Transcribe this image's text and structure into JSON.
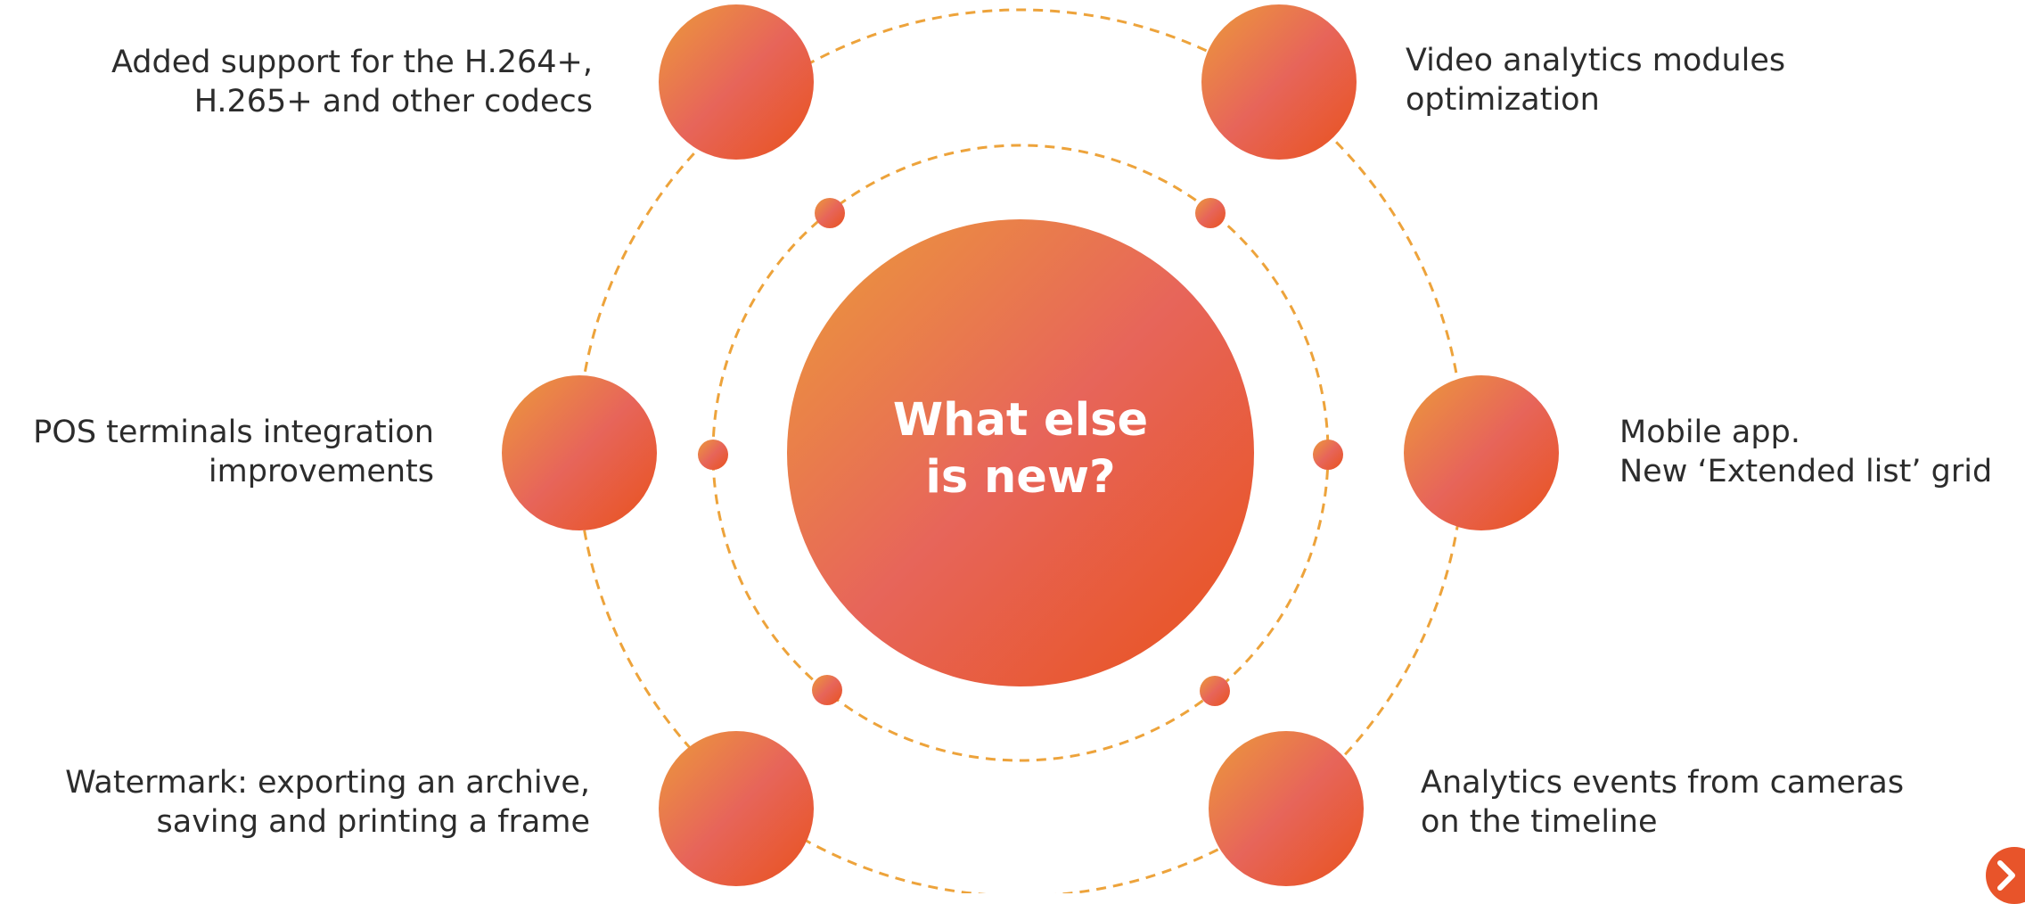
{
  "diagram": {
    "center_title": [
      "What else",
      "is new?"
    ],
    "colors": {
      "gradient_start": "#ec9a3a",
      "gradient_mid": "#e7655a",
      "gradient_end": "#e8521c",
      "ring_stroke": "#eda33b",
      "text": "#2c2c2c"
    },
    "features": [
      {
        "id": "codecs",
        "lines": [
          "Added support for the H.264+,",
          "H.265+ and other codecs"
        ]
      },
      {
        "id": "video-analytics",
        "lines": [
          "Video analytics modules",
          "optimization"
        ]
      },
      {
        "id": "pos",
        "lines": [
          "POS terminals integration",
          "improvements"
        ]
      },
      {
        "id": "mobile",
        "lines": [
          "Mobile app.",
          "New ‘Extended list’ grid"
        ]
      },
      {
        "id": "watermark",
        "lines": [
          "Watermark: exporting an archive,",
          "saving and printing a frame"
        ]
      },
      {
        "id": "analytics-events",
        "lines": [
          "Analytics events from cameras",
          "on the timeline"
        ]
      }
    ]
  },
  "navigation": {
    "next_icon": "chevron-right-icon"
  }
}
